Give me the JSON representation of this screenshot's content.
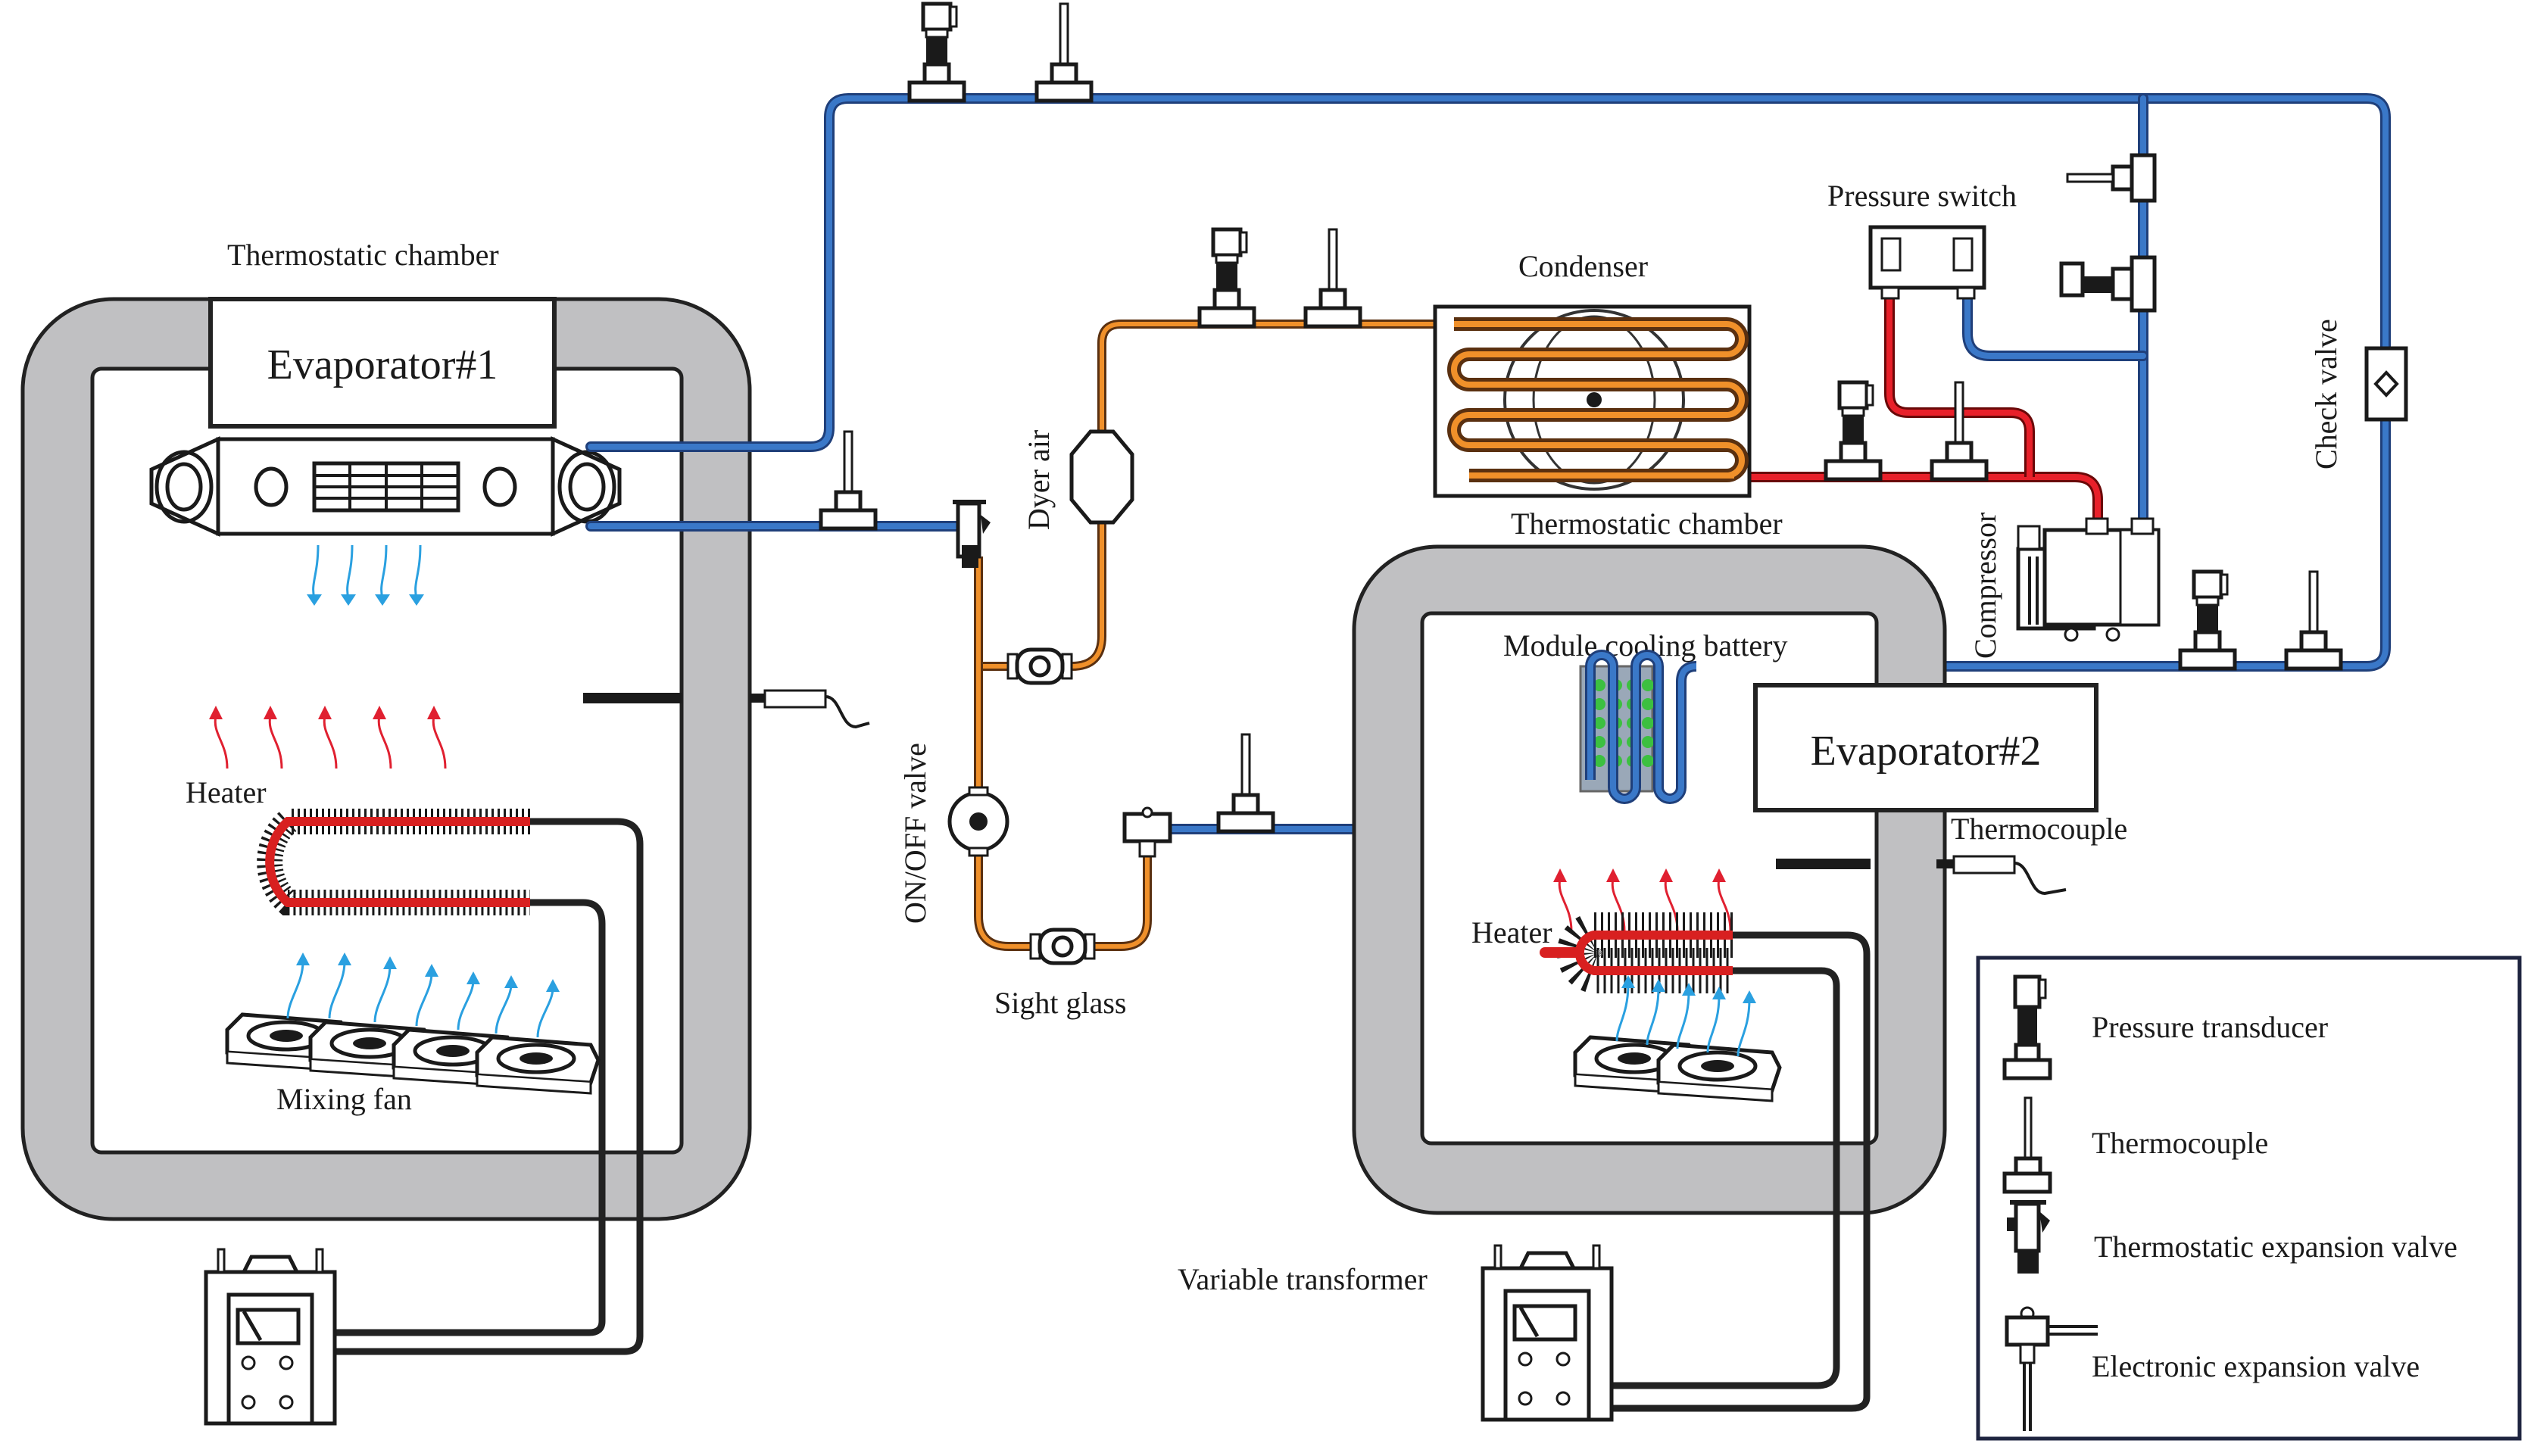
{
  "labels": {
    "thermostatic_chamber_1": "Thermostatic chamber",
    "evaporator_1": "Evaporator#1",
    "heater_1": "Heater",
    "mixing_fan": "Mixing fan",
    "thermostatic_chamber_2": "Thermostatic chamber",
    "module_cooling_battery": "Module cooling battery",
    "evaporator_2": "Evaporator#2",
    "heater_2": "Heater",
    "thermocouple": "Thermocouple",
    "variable_transformer": "Variable transformer",
    "condenser": "Condenser",
    "pressure_switch": "Pressure switch",
    "compressor": "Compressor",
    "check_valve": "Check valve",
    "dryer_air": "Dyer air",
    "on_off_valve": "ON/OFF valve",
    "sight_glass": "Sight glass"
  },
  "legend": {
    "items": [
      {
        "icon": "pressure-transducer-icon",
        "label": "Pressure transducer"
      },
      {
        "icon": "thermocouple-icon",
        "label": "Thermocouple"
      },
      {
        "icon": "thermostatic-expansion-valve-icon",
        "label": "Thermostatic expansion valve"
      },
      {
        "icon": "electronic-expansion-valve-icon",
        "label": "Electronic expansion valve"
      }
    ]
  },
  "colors": {
    "low_pressure_line": "#3a78c8",
    "liquid_line": "#f0902a",
    "discharge_line": "#e8202a",
    "chamber_insulation": "#c0c0c2",
    "battery_cells": "#3cc040",
    "cold_air_arrow": "#2aa0e0",
    "hot_air_arrow": "#e02030"
  }
}
